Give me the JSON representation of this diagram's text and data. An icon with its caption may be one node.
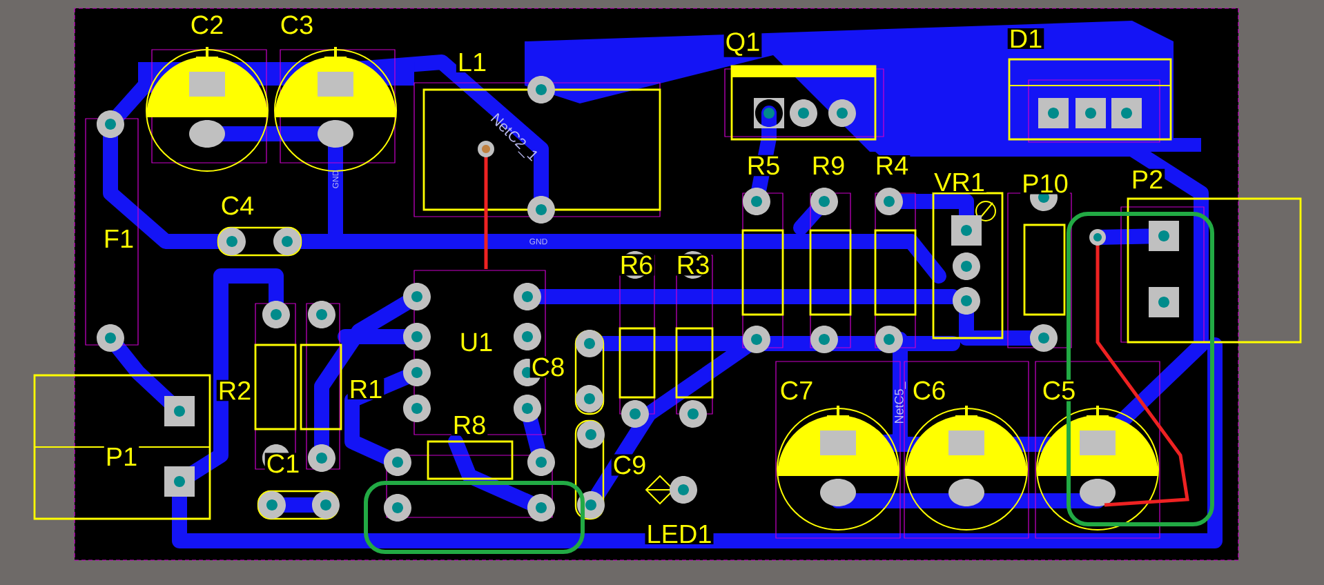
{
  "diagram": {
    "labels": [
      "C2",
      "C3",
      "L1",
      "Q1",
      "D1",
      "R5",
      "R9",
      "R4",
      "VR1",
      "P10",
      "P2",
      "C4",
      "F1",
      "R6",
      "R3",
      "U1",
      "C8",
      "R2",
      "R1",
      "R8",
      "C1",
      "C9",
      "P1",
      "C7",
      "C6",
      "C5",
      "LED1",
      "NetC2_1",
      "GND",
      "GND",
      "NetC5_"
    ]
  }
}
